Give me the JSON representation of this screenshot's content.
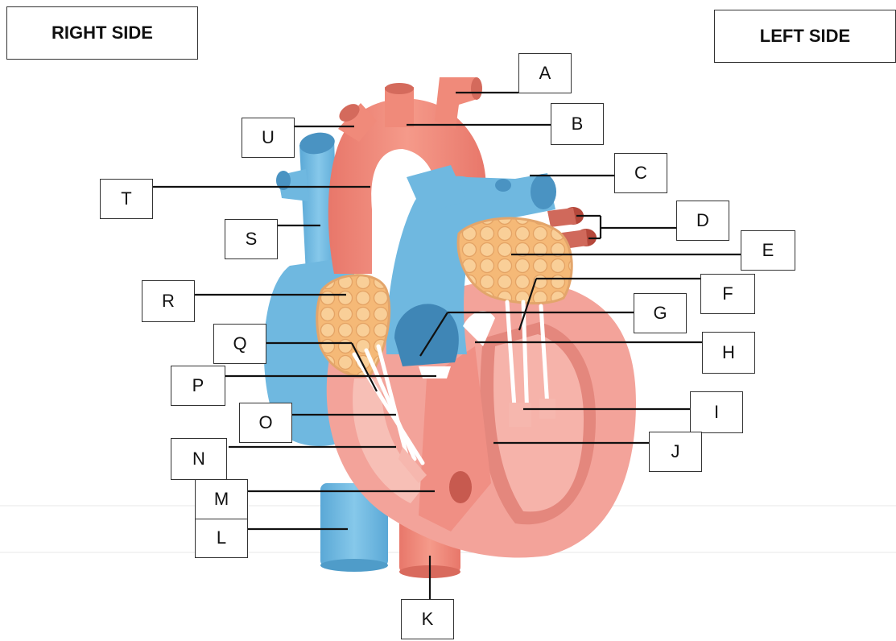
{
  "header": {
    "right_side": "RIGHT SIDE",
    "left_side": "LEFT SIDE"
  },
  "labels": [
    "A",
    "B",
    "C",
    "D",
    "E",
    "F",
    "G",
    "H",
    "I",
    "J",
    "K",
    "L",
    "M",
    "N",
    "O",
    "P",
    "Q",
    "R",
    "S",
    "T",
    "U"
  ],
  "colors": {
    "artery_red": "#f08a7a",
    "vein_blue": "#6fb8e0",
    "myocardium_pink": "#f3a39a",
    "valve_peach": "#f7c28a",
    "tendon_white": "#ffffff"
  }
}
